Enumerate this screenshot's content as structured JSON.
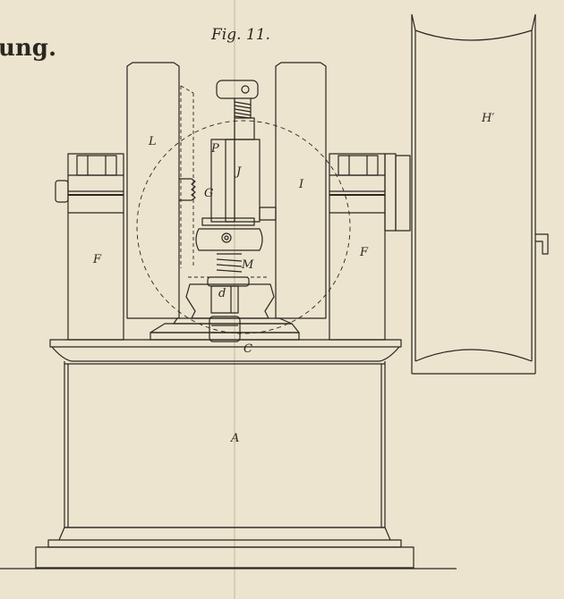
{
  "page": {
    "header_fragment": "ung.",
    "figure_title": "Fig. 11."
  },
  "labels": {
    "A": "A",
    "C": "C",
    "d": "d",
    "F_left": "F",
    "F_right": "F",
    "G": "G",
    "H": "H′",
    "I": "I",
    "J": "J",
    "L": "L",
    "M": "M",
    "P": "P"
  },
  "colors": {
    "paper": "#ece4cf",
    "ink": "#2b2620",
    "fold": "#d8ceb5"
  }
}
